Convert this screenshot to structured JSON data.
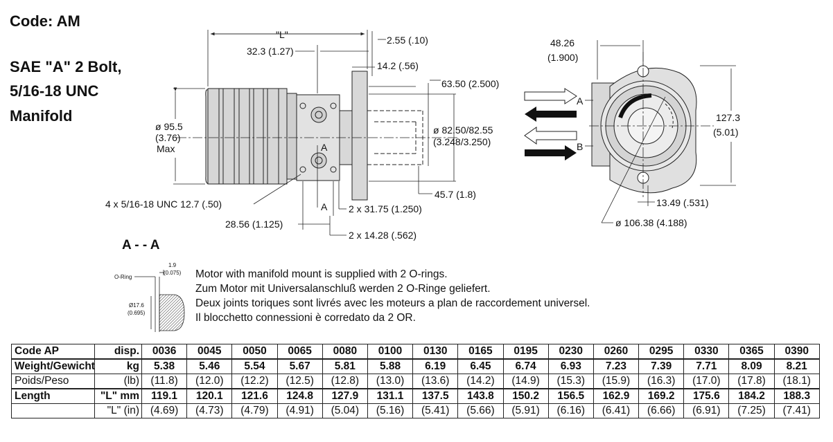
{
  "title": "Code: AM",
  "mount_title": [
    "SAE \"A\" 2 Bolt,",
    "5/16-18 UNC",
    "Manifold"
  ],
  "dims": {
    "L": "\"L\"",
    "d32": "32.3 (1.27)",
    "d255": "2.55 (.10)",
    "d142": "14.2 (.56)",
    "d6350": "63.50 (2.500)",
    "dia955": "ø 95.5",
    "dia955_in": "(3.76)",
    "max": "Max",
    "d8250": "ø 82.50/82.55",
    "d8250_in": "(3.248/3.250)",
    "A": "A",
    "d457": "45.7 (1.8)",
    "bolts": "4 x 5/16-18 UNC 12.7 (.50)",
    "A2": "A",
    "d3175": "2 x 31.75 (1.250)",
    "d2856": "28.56 (1.125)",
    "d1428": "2 x 14.28 (.562)",
    "d4826": "48.26",
    "d4826_in": "(1.900)",
    "portA": "A",
    "portB": "B",
    "d1273": "127.3",
    "d1273_in": "(5.01)",
    "d1349": "13.49 (.531)",
    "d10638": "ø 106.38 (4.188)"
  },
  "section": {
    "title": "A - - A",
    "oring": "O-Ring",
    "w19": "1.9",
    "w19_in": "(0.075)",
    "d176": "Ø17.6",
    "d176_in": "(0.695)"
  },
  "notes": [
    "Motor with manifold mount is supplied with 2 O-rings.",
    "Zum Motor mit Universalanschluß werden 2 O-Ringe geliefert.",
    "Deux joints toriques sont livrés avec les moteurs a plan de raccordement universel.",
    "Il blocchetto connessioni è corredato da 2 OR."
  ],
  "table": {
    "header": {
      "code": "Code AP",
      "disp": "disp.",
      "codes": [
        "0036",
        "0045",
        "0050",
        "0065",
        "0080",
        "0100",
        "0130",
        "0165",
        "0195",
        "0230",
        "0260",
        "0295",
        "0330",
        "0365",
        "0390"
      ]
    },
    "weight": {
      "label": "Weight/Gewicht",
      "unit": "kg",
      "values": [
        "5.38",
        "5.46",
        "5.54",
        "5.67",
        "5.81",
        "5.88",
        "6.19",
        "6.45",
        "6.74",
        "6.93",
        "7.23",
        "7.39",
        "7.71",
        "8.09",
        "8.21"
      ]
    },
    "weight_lb": {
      "label": "Poids/Peso",
      "unit": "(lb)",
      "values": [
        "(11.8)",
        "(12.0)",
        "(12.2)",
        "(12.5)",
        "(12.8)",
        "(13.0)",
        "(13.6)",
        "(14.2)",
        "(14.9)",
        "(15.3)",
        "(15.9)",
        "(16.3)",
        "(17.0)",
        "(17.8)",
        "(18.1)"
      ]
    },
    "length": {
      "label": "Length",
      "unit": "\"L\" mm",
      "values": [
        "119.1",
        "120.1",
        "121.6",
        "124.8",
        "127.9",
        "131.1",
        "137.5",
        "143.8",
        "150.2",
        "156.5",
        "162.9",
        "169.2",
        "175.6",
        "184.2",
        "188.3"
      ]
    },
    "length_in": {
      "unit": "\"L\" (in)",
      "values": [
        "(4.69)",
        "(4.73)",
        "(4.79)",
        "(4.91)",
        "(5.04)",
        "(5.16)",
        "(5.41)",
        "(5.66)",
        "(5.91)",
        "(6.16)",
        "(6.41)",
        "(6.66)",
        "(6.91)",
        "(7.25)",
        "(7.41)"
      ]
    }
  }
}
